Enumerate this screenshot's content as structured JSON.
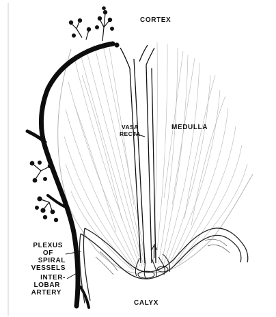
{
  "labels": {
    "cortex": "CORTEX",
    "medulla": "MEDULLA",
    "vasa_recta_line1": "VASA",
    "vasa_recta_line2": "RECTA",
    "plexus_line1": "PLEXUS",
    "plexus_line2": "OF",
    "plexus_line3": "SPIRAL",
    "plexus_line4": "VESSELS",
    "interlobar_line1": "INTER-",
    "interlobar_line2": "LOBAR",
    "interlobar_line3": "ARTERY",
    "calyx": "CALYX"
  },
  "colors": {
    "ink": "#111111",
    "shading": "#8a8a8a",
    "paper": "#ffffff"
  }
}
